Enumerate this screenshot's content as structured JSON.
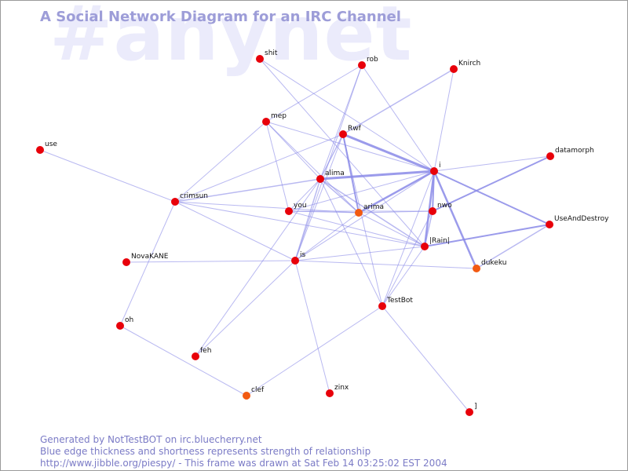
{
  "diagram": {
    "title": "A Social Network Diagram for an IRC Channel",
    "watermark": "#anynet",
    "footer": [
      "Generated by NotTestBOT on irc.bluecherry.net",
      "Blue edge thickness and shortness represents strength of relationship",
      "http://www.jibble.org/piespy/ - This frame was drawn at Sat Feb 14 03:25:02 EST 2004"
    ],
    "colors": {
      "node": "#e8000a",
      "node_recent": "#f25a12",
      "edge": "#8a8ae8",
      "title": "#9d9dd8"
    },
    "nodes": [
      {
        "id": "shit",
        "label": "shit"
      },
      {
        "id": "rob",
        "label": "rob"
      },
      {
        "id": "Knirch",
        "label": "Knirch"
      },
      {
        "id": "mep",
        "label": "mep"
      },
      {
        "id": "Rwf",
        "label": "Rwf"
      },
      {
        "id": "use",
        "label": "use"
      },
      {
        "id": "datamorph",
        "label": "datamorph"
      },
      {
        "id": "i",
        "label": "i"
      },
      {
        "id": "alima",
        "label": "alima"
      },
      {
        "id": "crimsun",
        "label": "crimsun"
      },
      {
        "id": "you",
        "label": "you"
      },
      {
        "id": "arima",
        "label": "arima",
        "recent": true
      },
      {
        "id": "nwo",
        "label": "nwo"
      },
      {
        "id": "UseAndDestroy",
        "label": "UseAndDestroy"
      },
      {
        "id": "Rain",
        "label": "|Rain|"
      },
      {
        "id": "dukeku",
        "label": "dukeku",
        "recent": true
      },
      {
        "id": "NovaKANE",
        "label": "NovaKANE"
      },
      {
        "id": "is",
        "label": "is"
      },
      {
        "id": "TestBot",
        "label": "TestBot"
      },
      {
        "id": "oh",
        "label": "oh"
      },
      {
        "id": "feh",
        "label": "feh"
      },
      {
        "id": "clef",
        "label": "clef",
        "recent": true
      },
      {
        "id": "zinx",
        "label": "zinx"
      },
      {
        "id": "bracket",
        "label": "]"
      }
    ],
    "edges": [
      {
        "from": "i",
        "to": "Rwf",
        "weight": 3
      },
      {
        "from": "i",
        "to": "alima",
        "weight": 3
      },
      {
        "from": "i",
        "to": "arima",
        "weight": 2.5
      },
      {
        "from": "i",
        "to": "Rain",
        "weight": 2.5
      },
      {
        "from": "i",
        "to": "dukeku",
        "weight": 2.5
      },
      {
        "from": "i",
        "to": "nwo",
        "weight": 2
      },
      {
        "from": "i",
        "to": "UseAndDestroy",
        "weight": 2
      },
      {
        "from": "i",
        "to": "is",
        "weight": 1
      },
      {
        "from": "i",
        "to": "datamorph",
        "weight": 1
      },
      {
        "from": "i",
        "to": "TestBot",
        "weight": 1
      },
      {
        "from": "i",
        "to": "mep",
        "weight": 1
      },
      {
        "from": "i",
        "to": "shit",
        "weight": 1
      },
      {
        "from": "i",
        "to": "Knirch",
        "weight": 1
      },
      {
        "from": "i",
        "to": "you",
        "weight": 1
      },
      {
        "from": "Rwf",
        "to": "arima",
        "weight": 2
      },
      {
        "from": "Rwf",
        "to": "Knirch",
        "weight": 1.5
      },
      {
        "from": "Rwf",
        "to": "alima",
        "weight": 1.5
      },
      {
        "from": "Rwf",
        "to": "is",
        "weight": 1
      },
      {
        "from": "Rwf",
        "to": "TestBot",
        "weight": 1
      },
      {
        "from": "Rwf",
        "to": "crimsun",
        "weight": 1
      },
      {
        "from": "rob",
        "to": "is",
        "weight": 1
      },
      {
        "from": "rob",
        "to": "mep",
        "weight": 1
      },
      {
        "from": "rob",
        "to": "i",
        "weight": 1
      },
      {
        "from": "shit",
        "to": "Rain",
        "weight": 1
      },
      {
        "from": "alima",
        "to": "arima",
        "weight": 1.5
      },
      {
        "from": "alima",
        "to": "Rain",
        "weight": 1.5
      },
      {
        "from": "alima",
        "to": "is",
        "weight": 1.5
      },
      {
        "from": "alima",
        "to": "crimsun",
        "weight": 1.5
      },
      {
        "from": "alima",
        "to": "rob",
        "weight": 1
      },
      {
        "from": "alima",
        "to": "mep",
        "weight": 1
      },
      {
        "from": "alima",
        "to": "TestBot",
        "weight": 1
      },
      {
        "from": "alima",
        "to": "you",
        "weight": 1
      },
      {
        "from": "alima",
        "to": "feh",
        "weight": 1
      },
      {
        "from": "nwo",
        "to": "datamorph",
        "weight": 2
      },
      {
        "from": "nwo",
        "to": "Rain",
        "weight": 1.5
      },
      {
        "from": "nwo",
        "to": "TestBot",
        "weight": 1
      },
      {
        "from": "nwo",
        "to": "arima",
        "weight": 1
      },
      {
        "from": "Rain",
        "to": "UseAndDestroy",
        "weight": 2
      },
      {
        "from": "Rain",
        "to": "crimsun",
        "weight": 1
      },
      {
        "from": "Rain",
        "to": "is",
        "weight": 1
      },
      {
        "from": "Rain",
        "to": "TestBot",
        "weight": 1
      },
      {
        "from": "Rain",
        "to": "you",
        "weight": 1
      },
      {
        "from": "Rain",
        "to": "arima",
        "weight": 1
      },
      {
        "from": "dukeku",
        "to": "UseAndDestroy",
        "weight": 1.5
      },
      {
        "from": "dukeku",
        "to": "is",
        "weight": 1
      },
      {
        "from": "crimsun",
        "to": "use",
        "weight": 1
      },
      {
        "from": "crimsun",
        "to": "mep",
        "weight": 1
      },
      {
        "from": "crimsun",
        "to": "is",
        "weight": 1
      },
      {
        "from": "crimsun",
        "to": "oh",
        "weight": 1
      },
      {
        "from": "crimsun",
        "to": "arima",
        "weight": 1
      },
      {
        "from": "is",
        "to": "NovaKANE",
        "weight": 1
      },
      {
        "from": "is",
        "to": "feh",
        "weight": 1
      },
      {
        "from": "is",
        "to": "zinx",
        "weight": 1
      },
      {
        "from": "is",
        "to": "arima",
        "weight": 1
      },
      {
        "from": "mep",
        "to": "you",
        "weight": 1
      },
      {
        "from": "mep",
        "to": "arima",
        "weight": 1
      },
      {
        "from": "you",
        "to": "arima",
        "weight": 1
      },
      {
        "from": "you",
        "to": "nwo",
        "weight": 1
      },
      {
        "from": "TestBot",
        "to": "clef",
        "weight": 1
      },
      {
        "from": "TestBot",
        "to": "bracket",
        "weight": 1
      },
      {
        "from": "oh",
        "to": "clef",
        "weight": 1
      }
    ]
  }
}
